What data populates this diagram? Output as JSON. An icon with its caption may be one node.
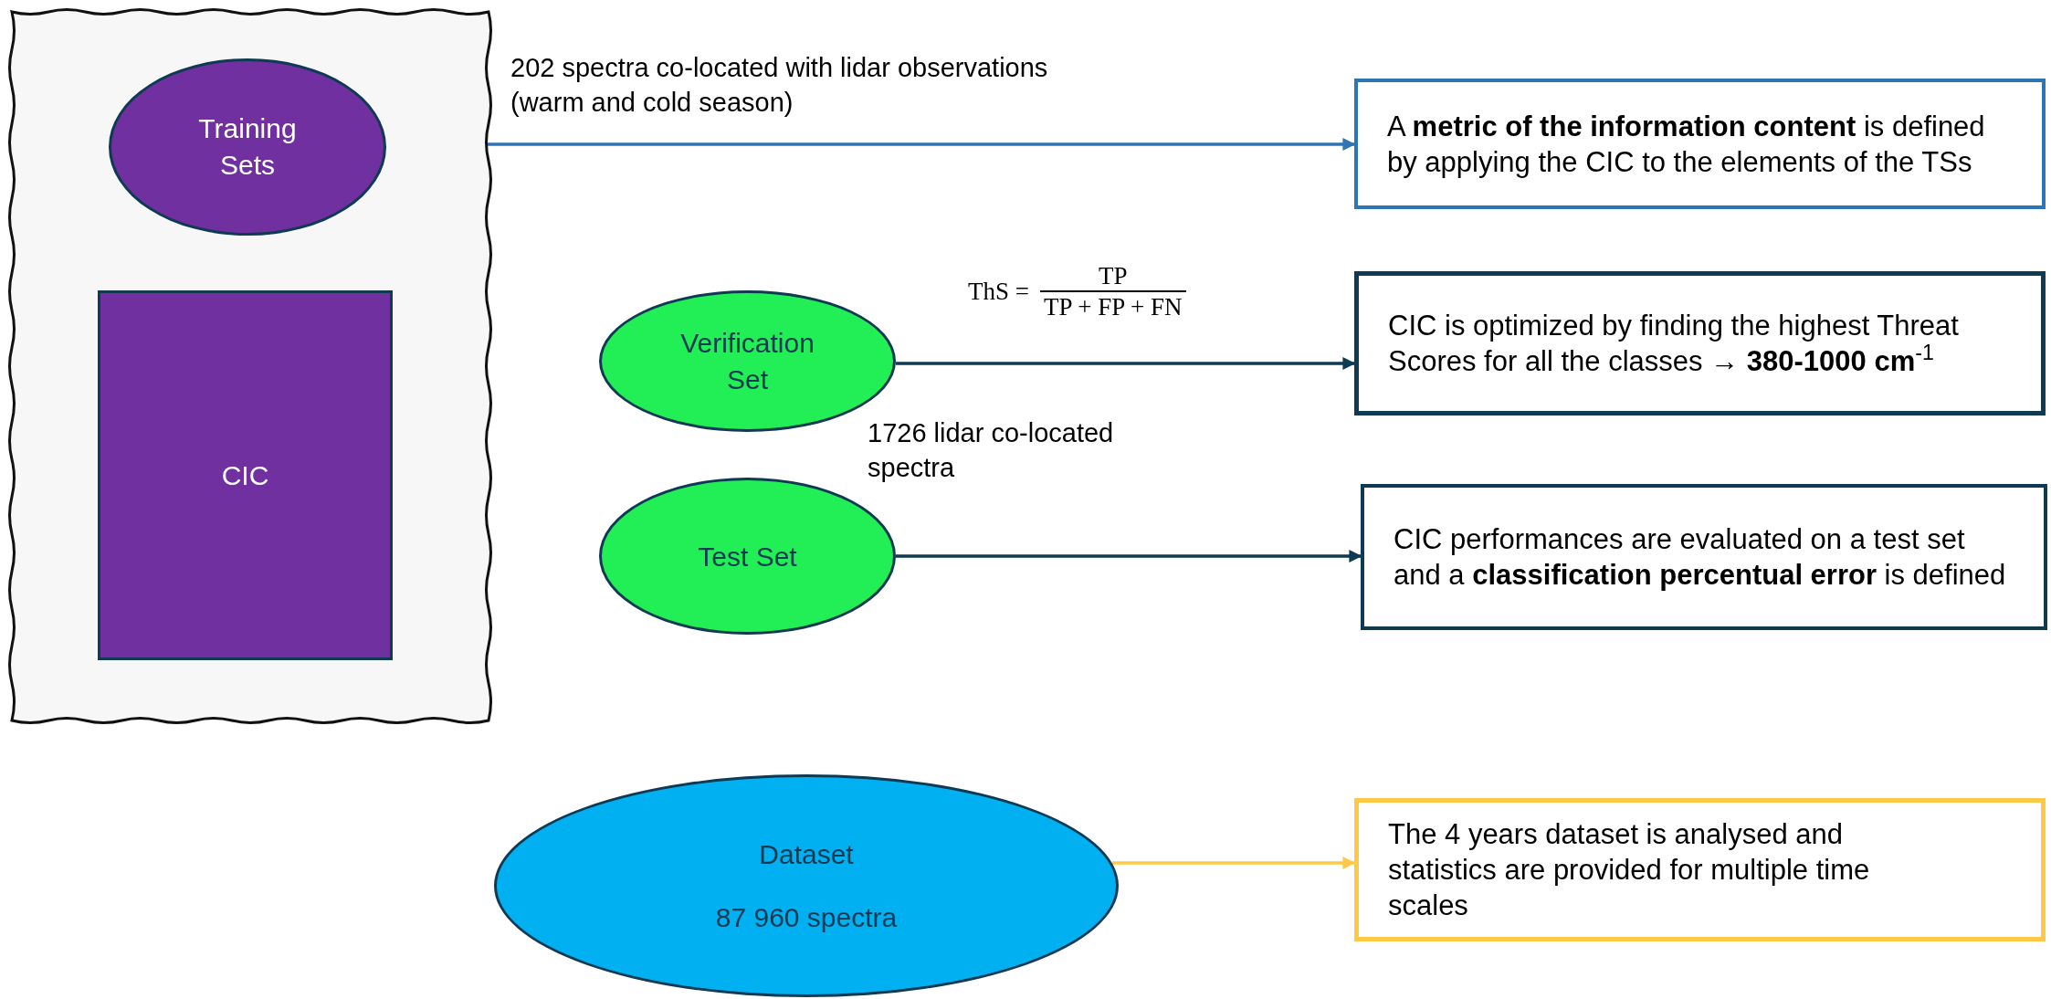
{
  "diagram": {
    "nodes": [
      {
        "text": [],
        "shape": "box"
      },
      {
        "text": [
          "Training Sets"
        ],
        "in": 0
      },
      {
        "text": [
          "CIC"
        ],
        "in": 0
      },
      {
        "text": [
          "A **metric of the information content** is defined by applying the CIC to the elements of the TSs"
        ]
      },
      {
        "text": [
          "Verification Set"
        ]
      },
      {
        "text": [
          "CIC is optimized by finding the highest Threat Scores for all the classes → **380-1000 cm**$^{-1}$"
        ]
      },
      {
        "text": [
          "Test Set"
        ]
      },
      {
        "text": [
          "CIC performances are evaluated on a test set and a **classification percentual error** is defined"
        ]
      },
      {
        "text": [
          "Dataset",
          "87 960 spectra"
        ]
      },
      {
        "text": [
          "The 4 years dataset is analysed and statistics are provided for multiple time scales"
        ]
      }
    ],
    "edges": [
      {
        "from": 1,
        "to": 3,
        "arrow": "to",
        "label": "202 spectra co-located with lidar observations (warm and cold season)",
        "color": "#2e75b6"
      },
      {
        "from": 4,
        "to": 5,
        "arrow": "to"
      },
      {
        "from": 6,
        "to": 7,
        "arrow": "to"
      },
      {
        "from": 8,
        "to": 9,
        "arrow": "to",
        "color": "#ffc846"
      }
    ],
    "labels": [
      "ThS =",
      "TP",
      "TP + FP + FN",
      "1726 lidar co-located spectra"
    ]
  }
}
